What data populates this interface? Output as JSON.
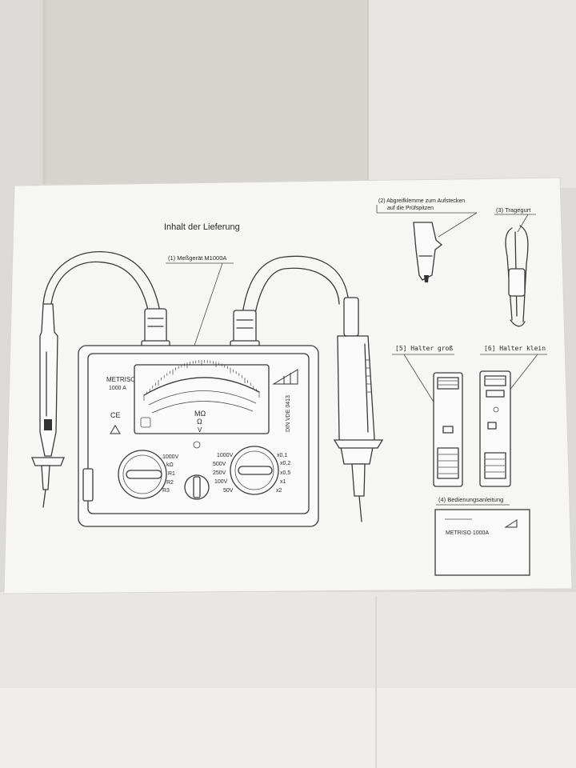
{
  "sheet_title": "Inhalt der Lieferung",
  "items": {
    "meter": "(1) Meßgerät M1000A",
    "clip_line1": "(2)  Abgreifklemme zum Aufstecken",
    "clip_line2": "auf die Prüfspitzen",
    "strap": "(3) Tragegurt",
    "holder_large": "[5] Halter groß",
    "holder_small": "[6] Halter klein",
    "manual": "(4) Bedienungsanleitung"
  },
  "meter": {
    "brand": "METRISO",
    "model": "1000 A",
    "ce_mark": "CE",
    "standard": "DIN VDE 0413",
    "unit_mohm": "MΩ",
    "unit_ohm": "Ω",
    "unit_v": "V",
    "left_dial": [
      "1000V",
      "kΩ",
      "R1",
      "R2",
      "R3"
    ],
    "right_dial_voltages": [
      "1000V",
      "500V",
      "250V",
      "100V",
      "50V"
    ],
    "right_dial_factors": [
      "x0,1",
      "x0,2",
      "x0,5",
      "x1",
      "x2"
    ]
  },
  "manual_cover": {
    "title": "METRISO  1000A"
  },
  "colors": {
    "paper": "#f6f6f4",
    "ink": "#3a3a3a",
    "background": "#e2e0dc"
  }
}
